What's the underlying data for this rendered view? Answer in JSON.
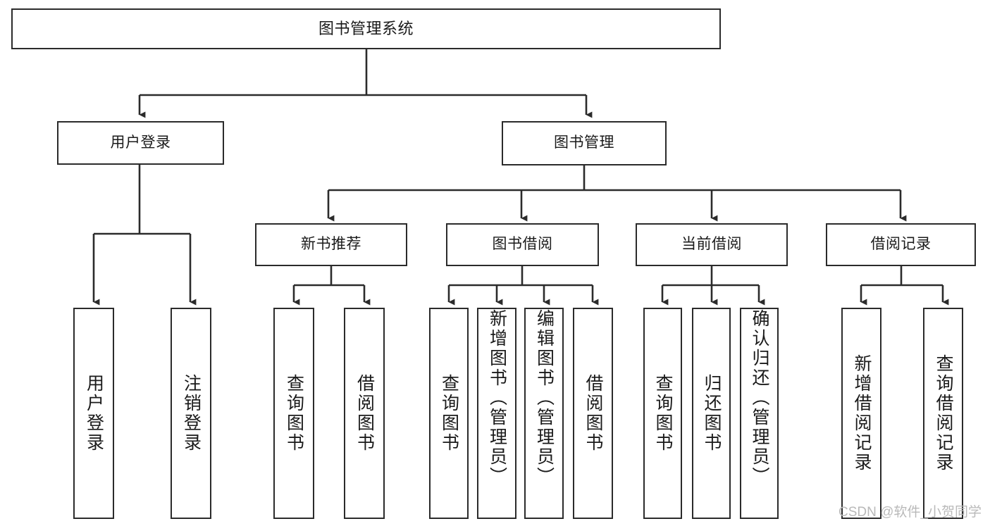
{
  "diagram": {
    "type": "hierarchy-tree",
    "title": "图书管理系统",
    "watermark": "CSDN @软件_小贺同学",
    "stroke_color": "#2b2b2b",
    "background_color": "#ffffff",
    "text_color": "#1a1a1a",
    "watermark_color": "#b9b9b9"
  },
  "nodes": {
    "root": {
      "label": "图书管理系统"
    },
    "level2": [
      {
        "label": "用户登录"
      },
      {
        "label": "图书管理"
      }
    ],
    "level3": [
      {
        "label": "新书推荐"
      },
      {
        "label": "图书借阅"
      },
      {
        "label": "当前借阅"
      },
      {
        "label": "借阅记录"
      }
    ],
    "leaves": {
      "user_login": [
        {
          "label": "用户登录"
        },
        {
          "label": "注销登录"
        }
      ],
      "new_book_recommend": [
        {
          "label": "查询图书"
        },
        {
          "label": "借阅图书"
        }
      ],
      "book_borrow": [
        {
          "label": "查询图书"
        },
        {
          "label": "新增图书（管理员）"
        },
        {
          "label": "编辑图书（管理员）"
        },
        {
          "label": "借阅图书"
        }
      ],
      "current_borrow": [
        {
          "label": "查询图书"
        },
        {
          "label": "归还图书"
        },
        {
          "label": "确认归还（管理员）"
        }
      ],
      "borrow_record": [
        {
          "label": "新增借阅记录"
        },
        {
          "label": "查询借阅记录"
        }
      ]
    }
  }
}
